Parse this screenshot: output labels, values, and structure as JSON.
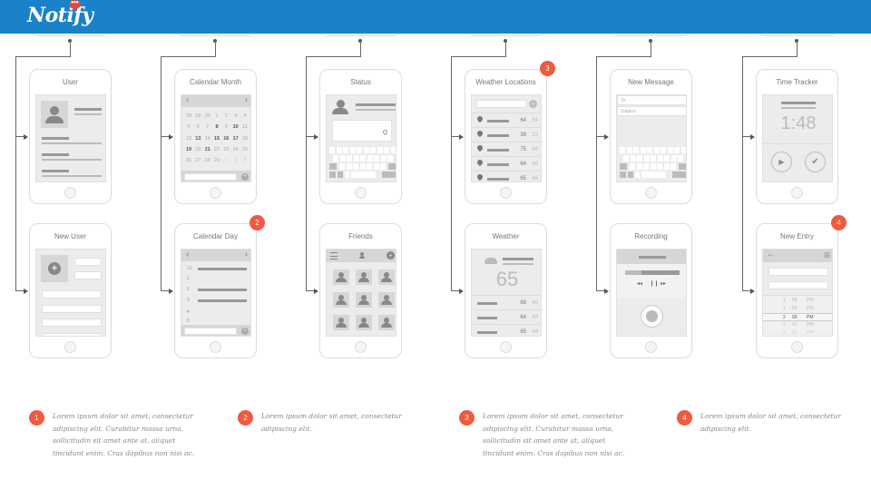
{
  "header": {
    "logo": "Notify",
    "logo_badge": "•••",
    "background_color": "#1a82c9"
  },
  "badge_color": "#f05a3e",
  "columns": [
    {
      "top": {
        "title": "User"
      },
      "bottom": {
        "title": "New User"
      }
    },
    {
      "top": {
        "title": "Calendar Month"
      },
      "bottom": {
        "title": "Calendar Day",
        "badge": "2"
      }
    },
    {
      "top": {
        "title": "Status"
      },
      "bottom": {
        "title": "Friends"
      }
    },
    {
      "top": {
        "title": "Weather Locations",
        "badge": "3"
      },
      "bottom": {
        "title": "Weather"
      }
    },
    {
      "top": {
        "title": "New Message"
      },
      "bottom": {
        "title": "Recording"
      }
    },
    {
      "top": {
        "title": "Time Tracker"
      },
      "bottom": {
        "title": "New Entry",
        "badge": "4"
      }
    }
  ],
  "calendar_month": {
    "prev": "‹",
    "next": "›",
    "rows": [
      [
        "28",
        "29",
        "30",
        "1",
        "2",
        "3",
        "4"
      ],
      [
        "5",
        "6",
        "7",
        "8",
        "9",
        "10",
        "11"
      ],
      [
        "12",
        "13",
        "14",
        "15",
        "16",
        "17",
        "18"
      ],
      [
        "19",
        "20",
        "21",
        "22",
        "23",
        "24",
        "25"
      ],
      [
        "26",
        "27",
        "28",
        "29",
        "1",
        "2",
        "3"
      ]
    ],
    "add_icon": "+"
  },
  "calendar_day": {
    "prev": "‹",
    "next": "›",
    "hours": [
      "12",
      "1",
      "2",
      "3",
      "4",
      "5"
    ],
    "add_icon": "+"
  },
  "weather_locations": {
    "add_icon": "+",
    "rows": [
      {
        "hi": "64",
        "lo": "54"
      },
      {
        "hi": "38",
        "lo": "23"
      },
      {
        "hi": "75",
        "lo": "64"
      },
      {
        "hi": "64",
        "lo": "49"
      },
      {
        "hi": "65",
        "lo": "48"
      }
    ]
  },
  "weather": {
    "current": "65",
    "rows": [
      {
        "hi": "68",
        "lo": "46"
      },
      {
        "hi": "64",
        "lo": "49"
      },
      {
        "hi": "65",
        "lo": "48"
      }
    ]
  },
  "new_message": {
    "to_placeholder": "To:",
    "subject_placeholder": "Subject"
  },
  "recording": {
    "rewind": "◂◂",
    "pause": "❙❙",
    "forward": "▸▸"
  },
  "time_tracker": {
    "time": "1:48",
    "play": "▶",
    "check": "✔"
  },
  "new_entry": {
    "back": "←",
    "menu": "≡",
    "picker": [
      {
        "h": "1",
        "m": "58",
        "ap": "PM"
      },
      {
        "h": "1",
        "m": "59",
        "ap": "PM"
      },
      {
        "h": "2",
        "m": "00",
        "ap": "PM"
      },
      {
        "h": "2",
        "m": "01",
        "ap": "PM"
      },
      {
        "h": "2",
        "m": "02",
        "ap": "PM"
      }
    ]
  },
  "notes": [
    {
      "num": "1",
      "text": "Lorem ipsum dolor sit amet, consectetur adipiscing elit. Curabitur massa urna, sollicitudin sit amet ante at, aliquet tincidunt enim. Cras dapibus non nisi ac."
    },
    {
      "num": "2",
      "text": "Lorem ipsum dolor sit amet, consectetur adipiscing elit."
    },
    {
      "num": "3",
      "text": "Lorem ipsum dolor sit amet, consectetur adipiscing elit. Curabitur massa urna, sollicitudin sit amet ante at, aliquet tincidunt enim. Cras dapibus non nisi ac."
    },
    {
      "num": "4",
      "text": "Lorem ipsum dolor sit amet, consectetur adipiscing elit."
    }
  ]
}
